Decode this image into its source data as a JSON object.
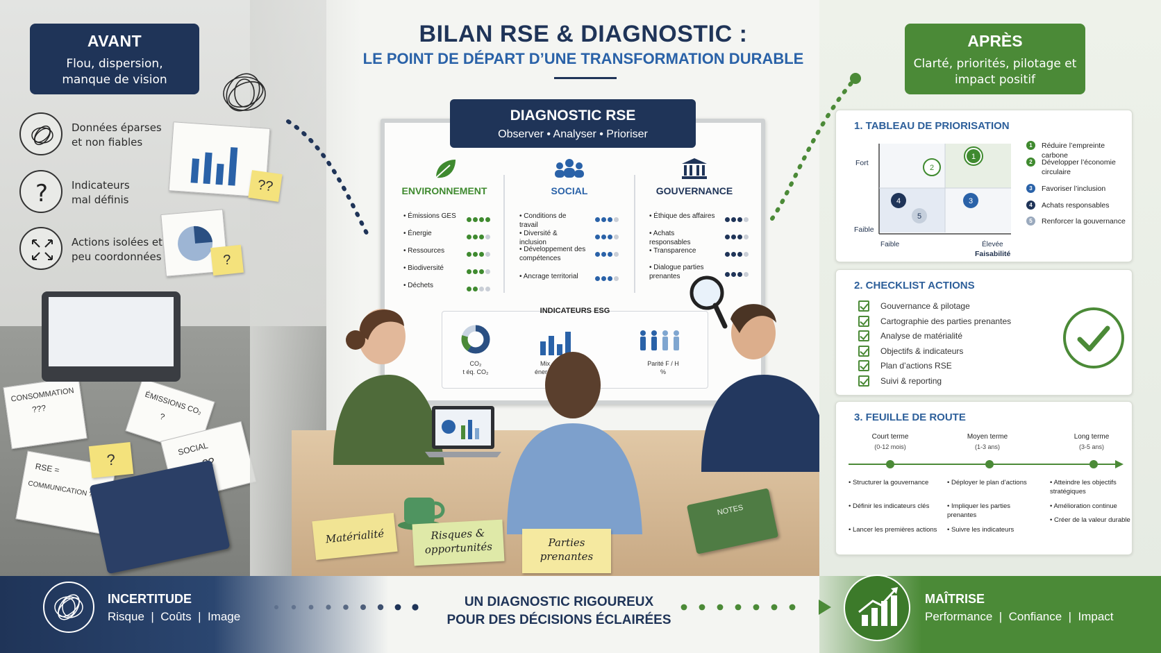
{
  "header": {
    "title": "BILAN RSE & DIAGNOSTIC :",
    "subtitle": "LE POINT DE DÉPART D’UNE TRANSFORMATION DURABLE"
  },
  "avant": {
    "title": "AVANT",
    "subtitle": "Flou, dispersion, manque de vision",
    "issues": [
      {
        "icon": "tangle-icon",
        "text": "Données éparses et non fiables"
      },
      {
        "icon": "question-icon",
        "text": "Indicateurs mal définis"
      },
      {
        "icon": "scatter-arrows-icon",
        "text": "Actions isolées et peu coordonnées"
      }
    ],
    "scene_labels": {
      "consommation": "CONSOMMATION",
      "qqq": "???",
      "emissions": "ÉMISSIONS CO₂",
      "q": "?",
      "social": "SOCIAL",
      "qq": "??",
      "rse": "RSE =",
      "communication": "COMMUNICATION ?"
    }
  },
  "diagnostic": {
    "title": "DIAGNOSTIC RSE",
    "subtitle": "Observer • Analyser • Prioriser",
    "columns": [
      {
        "name": "ENVIRONNEMENT",
        "icon": "leaf-icon",
        "color": "#3f8a2f",
        "items": [
          {
            "label": "Émissions GES",
            "level": 3
          },
          {
            "label": "Énergie",
            "level": 2
          },
          {
            "label": "Ressources",
            "level": 2
          },
          {
            "label": "Biodiversité",
            "level": 2
          },
          {
            "label": "Déchets",
            "level": 1
          }
        ]
      },
      {
        "name": "SOCIAL",
        "icon": "people-icon",
        "color": "#2a62a8",
        "items": [
          {
            "label": "Conditions de travail",
            "level": 2
          },
          {
            "label": "Diversité & inclusion",
            "level": 2
          },
          {
            "label": "Développement des compétences",
            "level": 2
          },
          {
            "label": "Ancrage territorial",
            "level": 2
          }
        ]
      },
      {
        "name": "GOUVERNANCE",
        "icon": "institution-icon",
        "color": "#1f3458",
        "items": [
          {
            "label": "Éthique des affaires",
            "level": 2
          },
          {
            "label": "Achats responsables",
            "level": 2
          },
          {
            "label": "Transparence",
            "level": 2
          },
          {
            "label": "Dialogue parties prenantes",
            "level": 2
          }
        ]
      }
    ],
    "esg": {
      "title": "INDICATEURS ESG",
      "co2_label": "CO₂",
      "co2_unit": "t éq. CO₂",
      "mix_label": "Mix",
      "mix_unit": "énergie",
      "parity_label": "Parité F / H",
      "parity_unit": "%"
    }
  },
  "notes": [
    "Matérialité",
    "Risques & opportunités",
    "Parties prenantes"
  ],
  "notebook_label": "NOTES",
  "apres": {
    "title": "APRÈS",
    "subtitle": "Clarté, priorités, pilotage et impact positif"
  },
  "prioritisation": {
    "title": "1. TABLEAU DE PRIORISATION",
    "y_high": "Fort",
    "y_low": "Faible",
    "x_low": "Faible",
    "x_high": "Élevée",
    "x_title": "Faisabilité",
    "points": [
      {
        "n": "1",
        "color": "#3f8a2f",
        "label": "Réduire l’empreinte carbone"
      },
      {
        "n": "2",
        "color": "#3f8a2f",
        "label": "Développer l’économie circulaire"
      },
      {
        "n": "3",
        "color": "#2a62a8",
        "label": "Favoriser l’inclusion"
      },
      {
        "n": "4",
        "color": "#1f3458",
        "label": "Achats responsables"
      },
      {
        "n": "5",
        "color": "#9aa9bd",
        "label": "Renforcer la gouvernance"
      }
    ]
  },
  "checklist": {
    "title": "2. CHECKLIST ACTIONS",
    "items": [
      "Gouvernance & pilotage",
      "Cartographie des parties prenantes",
      "Analyse de matérialité",
      "Objectifs & indicateurs",
      "Plan d’actions RSE",
      "Suivi & reporting"
    ]
  },
  "roadmap": {
    "title": "3. FEUILLE DE ROUTE",
    "terms": [
      {
        "label": "Court terme",
        "range": "(0-12 mois)",
        "steps": [
          "Structurer la gouvernance",
          "Définir les indicateurs clés",
          "Lancer les premières actions"
        ]
      },
      {
        "label": "Moyen terme",
        "range": "(1-3 ans)",
        "steps": [
          "Déployer le plan d’actions",
          "Impliquer les parties prenantes",
          "Suivre les indicateurs"
        ]
      },
      {
        "label": "Long terme",
        "range": "(3-5 ans)",
        "steps": [
          "Atteindre les objectifs stratégiques",
          "Amélioration continue",
          "Créer de la valeur durable"
        ]
      }
    ]
  },
  "bottom": {
    "left_title": "INCERTITUDE",
    "left_sub": "Risque  |  Coûts  |  Image",
    "mid_line1": "UN DIAGNOSTIC RIGOUREUX",
    "mid_line2": "POUR DES DÉCISIONS ÉCLAIRÉES",
    "right_title": "MAÎTRISE",
    "right_sub": "Performance  |  Confiance  |  Impact"
  },
  "colors": {
    "navy": "#1f3458",
    "blue": "#2a62a8",
    "green": "#4b8a37"
  }
}
